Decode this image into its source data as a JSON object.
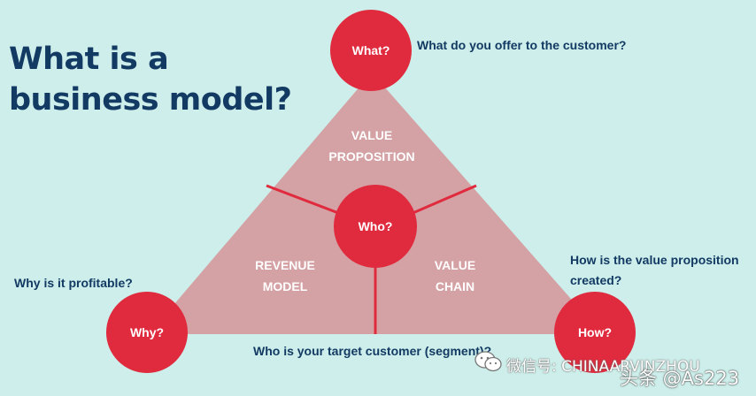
{
  "title": {
    "line1": "What is a",
    "line2": "business model?"
  },
  "circles": {
    "what": "What?",
    "who": "Who?",
    "why": "Why?",
    "how": "How?"
  },
  "sections": {
    "value_proposition": [
      "VALUE",
      "PROPOSITION"
    ],
    "revenue_model": [
      "REVENUE",
      "MODEL"
    ],
    "value_chain": [
      "VALUE",
      "CHAIN"
    ]
  },
  "questions": {
    "what": "What do you offer to the customer?",
    "why": "Why is it profitable?",
    "how_line1": "How is the value proposition",
    "how_line2": "created?",
    "who": "Who is your target customer (segment)?"
  },
  "watermark": {
    "line1": "微信号: CHINAARVINZHOU",
    "line2": "头条 @As223"
  },
  "colors": {
    "background": "#cdeeea",
    "triangle": "#d4a1a4",
    "circle": "#e02a3d",
    "divider": "#e02a3d",
    "text_dark": "#123a63",
    "text_light": "#ffffff"
  }
}
